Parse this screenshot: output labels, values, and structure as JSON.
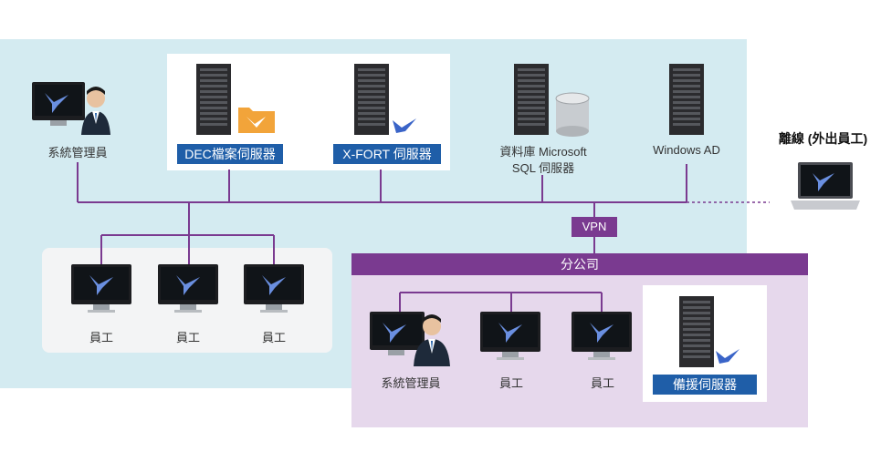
{
  "headquarters": {
    "admin_label": "系統管理員",
    "dec_server_label": "DEC檔案伺服器",
    "xfort_server_label": "X-FORT 伺服器",
    "db_server_label_line1": "資料庫 Microsoft",
    "db_server_label_line2": "SQL 伺服器",
    "ad_server_label": "Windows AD",
    "employees": [
      "員工",
      "員工",
      "員工"
    ]
  },
  "vpn_label": "VPN",
  "branch": {
    "title": "分公司",
    "admin_label": "系統管理員",
    "employees": [
      "員工",
      "員工"
    ],
    "backup_server_label": "備援伺服器"
  },
  "offline": {
    "title": "離線 (外出員工)"
  },
  "colors": {
    "hq_background": "#d4ebf1",
    "branch_background": "#e6d8ec",
    "purple": "#7a3a90",
    "blue_label": "#1f5ea8"
  }
}
